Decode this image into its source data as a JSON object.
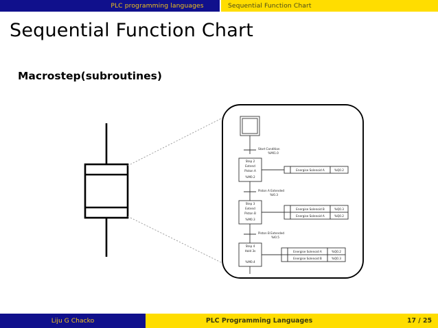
{
  "header": {
    "nav_previous": "PLC programming languages",
    "nav_current": "Sequential Function Chart",
    "nav_color": "#10108c",
    "current_color": "#ffdd00"
  },
  "slide": {
    "title": "Sequential Function Chart",
    "subtitle": "Macrostep(subroutines)"
  },
  "diagram": {
    "macrostep_label": "macrostep-symbol",
    "initial_step_label": "",
    "transitions": [
      {
        "name": "Start Condition",
        "address": "%MI1.0"
      },
      {
        "name": "Piston A Extended",
        "address": "%I0.3"
      },
      {
        "name": "Piston B Extended",
        "address": "%I0.5"
      }
    ],
    "steps": [
      {
        "line1": "Step 2",
        "line2": "Extend",
        "line3": "Piston A",
        "line4": "%M0.2",
        "actions": [
          {
            "description": "Energise Solenoid A",
            "address": "%Q0.2"
          }
        ]
      },
      {
        "line1": "Step 3",
        "line2": "Extend",
        "line3": "Piston B",
        "line4": "%M0.3",
        "actions": [
          {
            "description": "Energise Solenoid B",
            "address": "%Q0.3"
          },
          {
            "description": "Energise Solenoid A",
            "address": "%Q0.2"
          }
        ]
      },
      {
        "line1": "Step 4",
        "line2": "Hold 3s",
        "line3": "",
        "line4": "%M0.4",
        "actions": [
          {
            "description": "Energise Solenoid A",
            "address": "%Q0.2"
          },
          {
            "description": "Energise Solenoid B",
            "address": "%Q0.3"
          }
        ]
      }
    ]
  },
  "footer": {
    "author": "Liju G Chacko",
    "title": "PLC Programming Languages",
    "page": "17 / 25"
  }
}
